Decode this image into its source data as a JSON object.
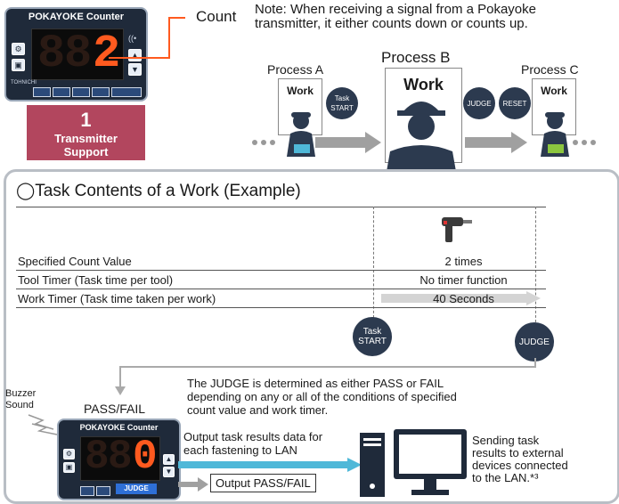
{
  "counter_top": {
    "title": "POKAYOKE Counter",
    "digit": "2",
    "brand": "TOHNICHI"
  },
  "count_label": "Count",
  "note": {
    "line1": "Note: When receiving a signal from a Pokayoke",
    "line2": "transmitter, it either counts down or counts up."
  },
  "transmitter_support": {
    "number": "1",
    "line1": "Transmitter",
    "line2": "Support"
  },
  "process_a": {
    "label": "Process A",
    "card": "Work"
  },
  "process_b": {
    "label": "Process B",
    "card": "Work"
  },
  "process_c": {
    "label": "Process C",
    "card": "Work"
  },
  "badges": {
    "task_start_top": {
      "line1": "Task",
      "line2": "START"
    },
    "judge_top": "JUDGE",
    "reset_top": "RESET",
    "task_start_bottom": {
      "line1": "Task",
      "line2": "START"
    },
    "judge_bottom": "JUDGE"
  },
  "section_title": "◯Task Contents of a Work (Example)",
  "task_table": [
    {
      "label": "Specified Count Value",
      "value": "2 times"
    },
    {
      "label": "Tool Timer (Task time per tool)",
      "value": "No timer function"
    },
    {
      "label": "Work Timer (Task time taken per work)",
      "value": "40 Seconds"
    }
  ],
  "judge_text": {
    "line1": "The JUDGE is determined as either PASS or FAIL",
    "line2": "depending on any or all of the conditions of specified",
    "line3": "count value and work timer."
  },
  "buzzer": {
    "line1": "Buzzer",
    "line2": "Sound"
  },
  "pass_fail_label": "PASS/FAIL",
  "counter_bottom": {
    "title": "POKAYOKE Counter",
    "digit": "0",
    "judge_key": "JUDGE"
  },
  "output_lan": {
    "line1": "Output task results data for",
    "line2": "each fastening to LAN"
  },
  "output_pass_fail": "Output PASS/FAIL",
  "sending": {
    "line1": "Sending task",
    "line2": "results to external",
    "line3": "devices connected",
    "line4": "to the LAN.*³"
  },
  "colors": {
    "device_body": "#1f2a3a",
    "digit_orange": "#ff5a1f",
    "transmitter_red": "#b2465e",
    "badge_dark": "#2c3a4f",
    "arrow_gray": "#9e9e9e",
    "lan_arrow_cyan": "#4fb8d8"
  }
}
